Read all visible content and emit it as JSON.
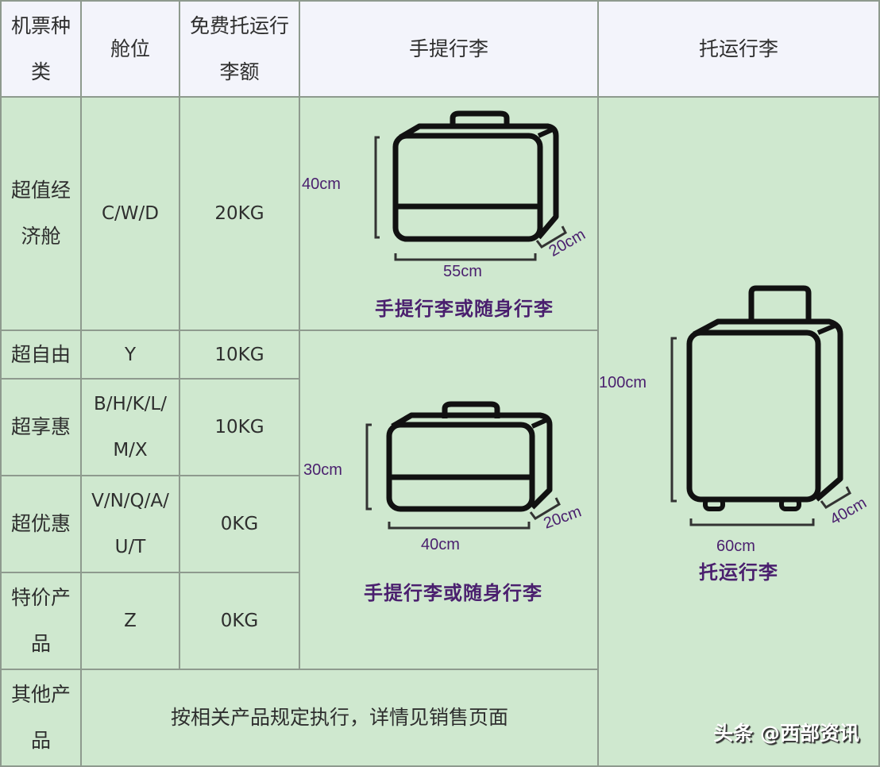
{
  "header": {
    "ticket_type": [
      "机票种",
      "类"
    ],
    "cabin": "舱位",
    "free_checked_allowance": [
      "免费托运行",
      "李额"
    ],
    "carry_on": "手提行李",
    "checked": "托运行李"
  },
  "rows": [
    {
      "ticket_type": [
        "超值经",
        "济舱"
      ],
      "cabin": [
        "C/W/D"
      ],
      "allowance": "20KG"
    },
    {
      "ticket_type": [
        "超自由"
      ],
      "cabin": [
        "Y"
      ],
      "allowance": "10KG"
    },
    {
      "ticket_type": [
        "超享惠"
      ],
      "cabin": [
        "B/H/K/L/",
        "M/X"
      ],
      "allowance": "10KG"
    },
    {
      "ticket_type": [
        "超优惠"
      ],
      "cabin": [
        "V/N/Q/A/",
        "U/T"
      ],
      "allowance": "0KG"
    },
    {
      "ticket_type": [
        "特价产",
        "品"
      ],
      "cabin": [
        "Z"
      ],
      "allowance": "0KG"
    },
    {
      "ticket_type": [
        "其他产",
        "品"
      ],
      "merged_note": "按相关产品规定执行，详情见销售页面"
    }
  ],
  "carry_on_large": {
    "icon": "briefcase-icon",
    "height": "40cm",
    "width": "55cm",
    "depth": "20cm",
    "caption": "手提行李或随身行李"
  },
  "carry_on_small": {
    "icon": "briefcase-icon",
    "height": "30cm",
    "width": "40cm",
    "depth": "20cm",
    "caption": "手提行李或随身行李"
  },
  "checked_bag": {
    "icon": "suitcase-icon",
    "height": "100cm",
    "width": "60cm",
    "depth": "40cm",
    "caption": "托运行李"
  },
  "watermark": "头条 @西部资讯",
  "colors": {
    "header_bg": "#f3f4fb",
    "body_bg": "#cfe8cf",
    "grid_line": "#8e9a8e",
    "label_purple": "#4a1f6e",
    "icon_stroke": "#111111"
  }
}
